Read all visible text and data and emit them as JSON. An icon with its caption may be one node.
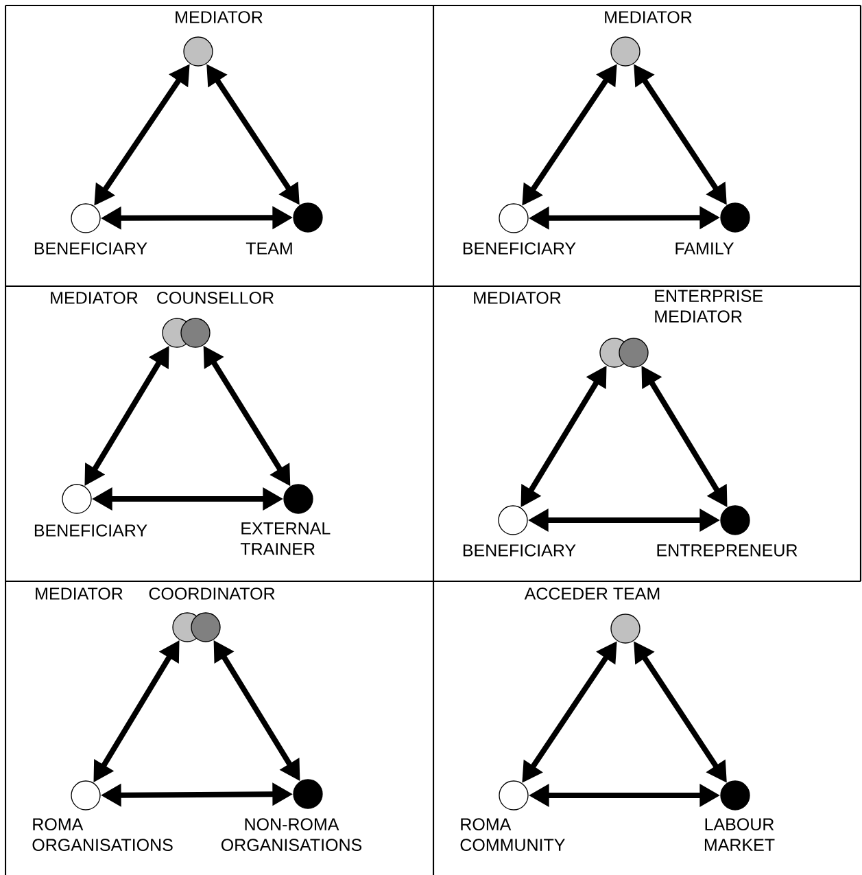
{
  "diagram": {
    "nodes": [
      {
        "text": [
          "MEDIATOR"
        ]
      },
      {
        "text": [
          "BENEFICIARY"
        ]
      },
      {
        "text": [
          "TEAM"
        ]
      },
      {
        "text": [
          "MEDIATOR"
        ]
      },
      {
        "text": [
          "BENEFICIARY"
        ]
      },
      {
        "text": [
          "FAMILY"
        ]
      },
      {
        "text": [
          "MEDIATOR"
        ]
      },
      {
        "text": [
          "COUNSELLOR"
        ]
      },
      {
        "text": [
          "BENEFICIARY"
        ]
      },
      {
        "text": [
          "EXTERNAL TRAINER"
        ]
      },
      {
        "text": [
          "MEDIATOR"
        ]
      },
      {
        "text": [
          "ENTERPRISE MEDIATOR"
        ]
      },
      {
        "text": [
          "BENEFICIARY"
        ]
      },
      {
        "text": [
          "ENTREPRENEUR"
        ]
      },
      {
        "text": [
          "MEDIATOR"
        ]
      },
      {
        "text": [
          "COORDINATOR"
        ]
      },
      {
        "text": [
          "ROMA ORGANISATIONS"
        ]
      },
      {
        "text": [
          "NON-ROMA ORGANISATIONS"
        ]
      },
      {
        "text": [
          "ACCEDER TEAM"
        ]
      },
      {
        "text": [
          "ROMA COMMUNITY"
        ]
      },
      {
        "text": [
          "LABOUR MARKET"
        ]
      }
    ],
    "edges": [
      {
        "from": 0,
        "to": 1,
        "arrow": "both"
      },
      {
        "from": 0,
        "to": 2,
        "arrow": "both"
      },
      {
        "from": 1,
        "to": 2,
        "arrow": "both"
      },
      {
        "from": 3,
        "to": 4,
        "arrow": "both"
      },
      {
        "from": 3,
        "to": 5,
        "arrow": "both"
      },
      {
        "from": 4,
        "to": 5,
        "arrow": "both"
      },
      {
        "from": 6,
        "to": 8,
        "arrow": "both"
      },
      {
        "from": 7,
        "to": 9,
        "arrow": "both"
      },
      {
        "from": 8,
        "to": 9,
        "arrow": "both"
      },
      {
        "from": 10,
        "to": 12,
        "arrow": "both"
      },
      {
        "from": 11,
        "to": 13,
        "arrow": "both"
      },
      {
        "from": 12,
        "to": 13,
        "arrow": "both"
      },
      {
        "from": 14,
        "to": 16,
        "arrow": "both"
      },
      {
        "from": 15,
        "to": 17,
        "arrow": "both"
      },
      {
        "from": 16,
        "to": 17,
        "arrow": "both"
      },
      {
        "from": 18,
        "to": 19,
        "arrow": "both"
      },
      {
        "from": 18,
        "to": 20,
        "arrow": "both"
      },
      {
        "from": 19,
        "to": 20,
        "arrow": "both"
      }
    ]
  }
}
